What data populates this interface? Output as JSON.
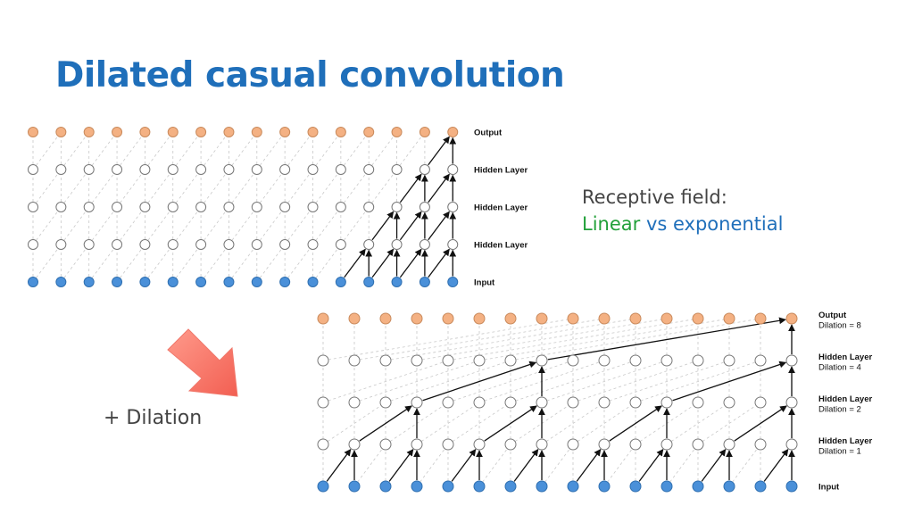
{
  "slide": {
    "title": "Dilated casual convolution",
    "receptive_field_label": "Receptive field:",
    "linear_word": "Linear",
    "vs_exponential": " vs exponential",
    "dilation_label": "+ Dilation"
  },
  "top_diagram": {
    "layers": [
      {
        "name": "Output",
        "sub": ""
      },
      {
        "name": "Hidden Layer",
        "sub": ""
      },
      {
        "name": "Hidden Layer",
        "sub": ""
      },
      {
        "name": "Hidden Layer",
        "sub": ""
      },
      {
        "name": "Input",
        "sub": ""
      }
    ],
    "node_count": 16
  },
  "bottom_diagram": {
    "layers": [
      {
        "name": "Output",
        "sub": "Dilation = 8"
      },
      {
        "name": "Hidden Layer",
        "sub": "Dilation = 4"
      },
      {
        "name": "Hidden Layer",
        "sub": "Dilation = 2"
      },
      {
        "name": "Hidden Layer",
        "sub": "Dilation = 1"
      },
      {
        "name": "Input",
        "sub": ""
      }
    ],
    "node_count": 16,
    "dilations": [
      1,
      2,
      4,
      8
    ]
  },
  "colors": {
    "title": "#1f6fba",
    "input_node": "#4a90d9",
    "output_node": "#f4b183",
    "hidden_node": "#ffffff",
    "linear": "#22a03a",
    "exponential": "#1f6fba",
    "arrow": "#f47a6e"
  }
}
